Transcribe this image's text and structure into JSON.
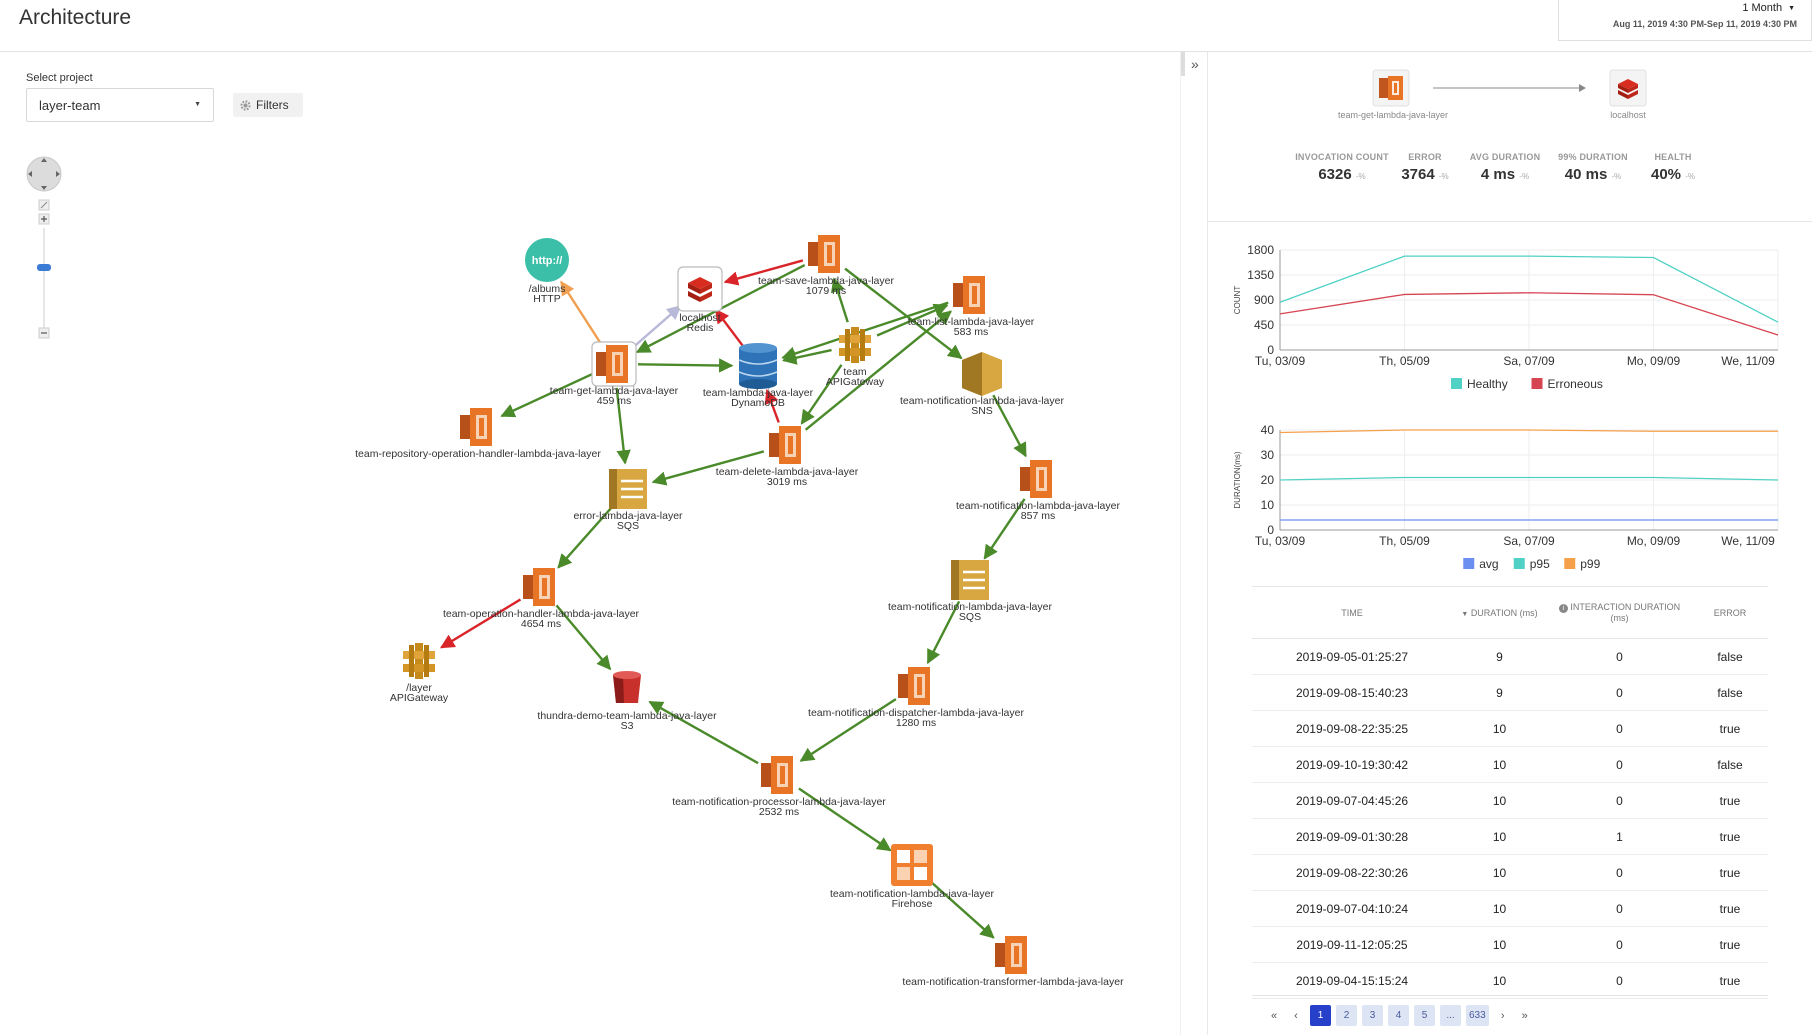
{
  "header": {
    "title": "Architecture",
    "range_label": "1 Month",
    "range_dates": "Aug 11, 2019 4:30 PM-Sep 11, 2019 4:30 PM"
  },
  "project": {
    "label": "Select project",
    "value": "layer-team",
    "filters_label": "Filters"
  },
  "graph": {
    "nodes": [
      {
        "id": "albums",
        "icon": "http-icon",
        "lines": [
          "/albums",
          "HTTP"
        ],
        "color": "#3cbfa8"
      },
      {
        "id": "redis",
        "icon": "redis-icon",
        "lines": [
          "localhost",
          "Redis"
        ],
        "color": "#d33"
      },
      {
        "id": "save",
        "icon": "lambda-icon",
        "lines": [
          "team-save-lambda-java-layer",
          "1079 ms"
        ]
      },
      {
        "id": "list",
        "icon": "lambda-icon",
        "lines": [
          "team-list-lambda-java-layer",
          "583 ms"
        ]
      },
      {
        "id": "get",
        "icon": "lambda-icon",
        "lines": [
          "team-get-lambda-java-layer",
          "459 ms"
        ],
        "selected": true
      },
      {
        "id": "dynamo",
        "icon": "dynamodb-icon",
        "lines": [
          "team-lambda-java-layer",
          "DynamoDB"
        ]
      },
      {
        "id": "apigw_team",
        "icon": "apigateway-icon",
        "lines": [
          "team",
          "APIGateway"
        ]
      },
      {
        "id": "sns",
        "icon": "sns-icon",
        "lines": [
          "team-notification-lambda-java-layer",
          "SNS"
        ]
      },
      {
        "id": "repo",
        "icon": "lambda-icon",
        "lines": [
          "team-repository-operation-handler-lambda-java-layer"
        ]
      },
      {
        "id": "delete",
        "icon": "lambda-icon",
        "lines": [
          "team-delete-lambda-java-layer",
          "3019 ms"
        ]
      },
      {
        "id": "notif",
        "icon": "lambda-icon",
        "lines": [
          "team-notification-lambda-java-layer",
          "857 ms"
        ]
      },
      {
        "id": "errsqs",
        "icon": "sqs-icon",
        "lines": [
          "error-lambda-java-layer",
          "SQS"
        ]
      },
      {
        "id": "notifsqs",
        "icon": "sqs-icon",
        "lines": [
          "team-notification-lambda-java-layer",
          "SQS"
        ]
      },
      {
        "id": "oph",
        "icon": "lambda-icon",
        "lines": [
          "team-operation-handler-lambda-java-layer",
          "4654 ms"
        ]
      },
      {
        "id": "apigw_layer",
        "icon": "apigateway-icon",
        "lines": [
          "/layer",
          "APIGateway"
        ]
      },
      {
        "id": "s3",
        "icon": "s3-icon",
        "lines": [
          "thundra-demo-team-lambda-java-layer",
          "S3"
        ]
      },
      {
        "id": "dispatcher",
        "icon": "lambda-icon",
        "lines": [
          "team-notification-dispatcher-lambda-java-layer",
          "1280 ms"
        ]
      },
      {
        "id": "processor",
        "icon": "lambda-icon",
        "lines": [
          "team-notification-processor-lambda-java-layer",
          "2532 ms"
        ]
      },
      {
        "id": "firehose",
        "icon": "firehose-icon",
        "lines": [
          "team-notification-lambda-java-layer",
          "Firehose"
        ]
      },
      {
        "id": "transformer",
        "icon": "lambda-icon",
        "lines": [
          "team-notification-transformer-lambda-java-layer"
        ]
      }
    ],
    "edges": [
      {
        "from": "get",
        "to": "albums",
        "status": "http"
      },
      {
        "from": "get",
        "to": "redis",
        "status": "cache"
      },
      {
        "from": "save",
        "to": "redis",
        "status": "error"
      },
      {
        "from": "dynamo",
        "to": "redis",
        "status": "error"
      },
      {
        "from": "get",
        "to": "dynamo",
        "status": "ok"
      },
      {
        "from": "save",
        "to": "get",
        "status": "ok"
      },
      {
        "from": "save",
        "to": "sns",
        "status": "ok"
      },
      {
        "from": "apigw_team",
        "to": "save",
        "status": "ok"
      },
      {
        "from": "apigw_team",
        "to": "dynamo",
        "status": "ok"
      },
      {
        "from": "apigw_team",
        "to": "list",
        "status": "ok"
      },
      {
        "from": "list",
        "to": "dynamo",
        "status": "ok"
      },
      {
        "from": "apigw_team",
        "to": "delete",
        "status": "ok"
      },
      {
        "from": "delete",
        "to": "dynamo",
        "status": "error"
      },
      {
        "from": "delete",
        "to": "list",
        "status": "ok"
      },
      {
        "from": "get",
        "to": "repo",
        "status": "ok"
      },
      {
        "from": "get",
        "to": "errsqs",
        "status": "ok"
      },
      {
        "from": "delete",
        "to": "errsqs",
        "status": "ok"
      },
      {
        "from": "sns",
        "to": "notif",
        "status": "ok"
      },
      {
        "from": "notif",
        "to": "notifsqs",
        "status": "ok"
      },
      {
        "from": "errsqs",
        "to": "oph",
        "status": "ok"
      },
      {
        "from": "oph",
        "to": "apigw_layer",
        "status": "error"
      },
      {
        "from": "oph",
        "to": "s3",
        "status": "ok"
      },
      {
        "from": "notifsqs",
        "to": "dispatcher",
        "status": "ok"
      },
      {
        "from": "dispatcher",
        "to": "processor",
        "status": "ok"
      },
      {
        "from": "processor",
        "to": "s3",
        "status": "ok"
      },
      {
        "from": "processor",
        "to": "firehose",
        "status": "ok"
      },
      {
        "from": "firehose",
        "to": "transformer",
        "status": "ok"
      }
    ]
  },
  "detail": {
    "source_name": "team-get-lambda-java-layer",
    "target_name": "localhost",
    "stats": [
      {
        "label": "INVOCATION COUNT",
        "value": "6326",
        "delta": "-%"
      },
      {
        "label": "ERROR",
        "value": "3764",
        "delta": "-%"
      },
      {
        "label": "AVG DURATION",
        "value": "4 ms",
        "delta": "-%"
      },
      {
        "label": "99% DURATION",
        "value": "40 ms",
        "delta": "-%"
      },
      {
        "label": "HEALTH",
        "value": "40%",
        "delta": "-%"
      }
    ]
  },
  "colors": {
    "ok_edge": "#4a8a2a",
    "error_edge": "#d9252a",
    "http_edge": "#f0a050",
    "cache_edge": "#b8b8d8",
    "lambda": "#e87425",
    "lambda_dark": "#b8501a",
    "healthy": "#4fd1c5",
    "erroneous": "#d64552",
    "avg": "#6b8ff0",
    "p95": "#4fd1c5",
    "p99": "#f5a04a",
    "accent": "#2740c9"
  },
  "chart_data": [
    {
      "type": "line",
      "ylabel": "COUNT",
      "x": [
        "Tu, 03/09",
        "Th, 05/09",
        "Sa, 07/09",
        "Mo, 09/09",
        "We, 11/09"
      ],
      "ylim": [
        0,
        1800
      ],
      "yticks": [
        0,
        450,
        900,
        1350,
        1800
      ],
      "series": [
        {
          "name": "Healthy",
          "color": "#4fd1c5",
          "points": [
            [
              0,
              860
            ],
            [
              1,
              1690
            ],
            [
              2,
              1690
            ],
            [
              3,
              1665
            ],
            [
              4,
              500
            ]
          ]
        },
        {
          "name": "Erroneous",
          "color": "#d64552",
          "points": [
            [
              0,
              650
            ],
            [
              1,
              1000
            ],
            [
              2,
              1030
            ],
            [
              3,
              995
            ],
            [
              4,
              270
            ]
          ]
        }
      ],
      "legend": "bottom"
    },
    {
      "type": "line",
      "ylabel": "DURATION(ms)",
      "x": [
        "Tu, 03/09",
        "Th, 05/09",
        "Sa, 07/09",
        "Mo, 09/09",
        "We, 11/09"
      ],
      "ylim": [
        0,
        40
      ],
      "yticks": [
        0,
        10,
        20,
        30,
        40
      ],
      "series": [
        {
          "name": "avg",
          "color": "#6b8ff0",
          "points": [
            [
              0,
              4
            ],
            [
              1,
              4
            ],
            [
              2,
              4
            ],
            [
              3,
              4
            ],
            [
              4,
              4
            ]
          ]
        },
        {
          "name": "p95",
          "color": "#4fd1c5",
          "points": [
            [
              0,
              20
            ],
            [
              1,
              21
            ],
            [
              2,
              21
            ],
            [
              3,
              21
            ],
            [
              4,
              20
            ]
          ]
        },
        {
          "name": "p99",
          "color": "#f5a04a",
          "points": [
            [
              0,
              39
            ],
            [
              1,
              40
            ],
            [
              2,
              40
            ],
            [
              3,
              39.5
            ],
            [
              4,
              39.5
            ]
          ]
        }
      ],
      "legend": "bottom"
    }
  ],
  "table": {
    "headers": {
      "time": "TIME",
      "duration": "DURATION (ms)",
      "interaction": "INTERACTION DURATION",
      "interaction_unit": "(ms)",
      "error": "ERROR"
    },
    "rows": [
      [
        "2019-09-05-01:25:27",
        "9",
        "0",
        "false"
      ],
      [
        "2019-09-08-15:40:23",
        "9",
        "0",
        "false"
      ],
      [
        "2019-09-08-22:35:25",
        "10",
        "0",
        "true"
      ],
      [
        "2019-09-10-19:30:42",
        "10",
        "0",
        "false"
      ],
      [
        "2019-09-07-04:45:26",
        "10",
        "0",
        "true"
      ],
      [
        "2019-09-09-01:30:28",
        "10",
        "1",
        "true"
      ],
      [
        "2019-09-08-22:30:26",
        "10",
        "0",
        "true"
      ],
      [
        "2019-09-07-04:10:24",
        "10",
        "0",
        "true"
      ],
      [
        "2019-09-11-12:05:25",
        "10",
        "0",
        "true"
      ],
      [
        "2019-09-04-15:15:24",
        "10",
        "0",
        "true"
      ]
    ]
  },
  "pagination": {
    "first": "«",
    "prev": "‹",
    "pages": [
      "1",
      "2",
      "3",
      "4",
      "5",
      "...",
      "633"
    ],
    "active": "1",
    "next": "›",
    "last": "»"
  }
}
